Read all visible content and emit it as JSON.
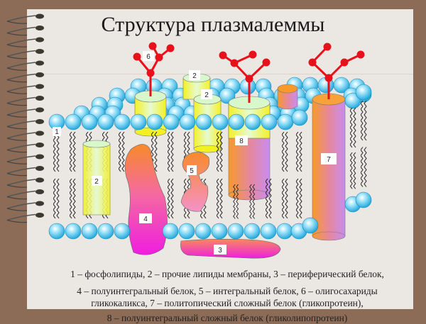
{
  "slide": {
    "title": "Структура плазмалеммы",
    "colors": {
      "background": "#8c6c57",
      "paper": "#ebe7e3",
      "phospholipid_head": "#5ec8ec",
      "glycocalyx": "#e8101a",
      "lipid_cylinder": "#f4f36a",
      "protein_orange": "#f89a2a",
      "protein_magenta": "#ee22dd",
      "protein_violet": "#c88cf0"
    }
  },
  "diagram": {
    "labels": {
      "l1": "1",
      "l2a": "2",
      "l2b": "2",
      "l2c": "2",
      "l3": "3",
      "l4": "4",
      "l5": "5",
      "l6": "6",
      "l7": "7",
      "l8": "8"
    }
  },
  "legend": {
    "line1": "1 – фосфолипиды, 2 – прочие липиды мембраны, 3 – периферический белок,",
    "line2": "4 – полуинтегральный белок, 5 – интегральный белок, 6 – олигосахариды",
    "line3": "гликокаликса, 7 – политопический сложный белок (гликопротеин),",
    "line4": "8 – полуинтегральный сложный белок (гликолипопротеин)"
  }
}
